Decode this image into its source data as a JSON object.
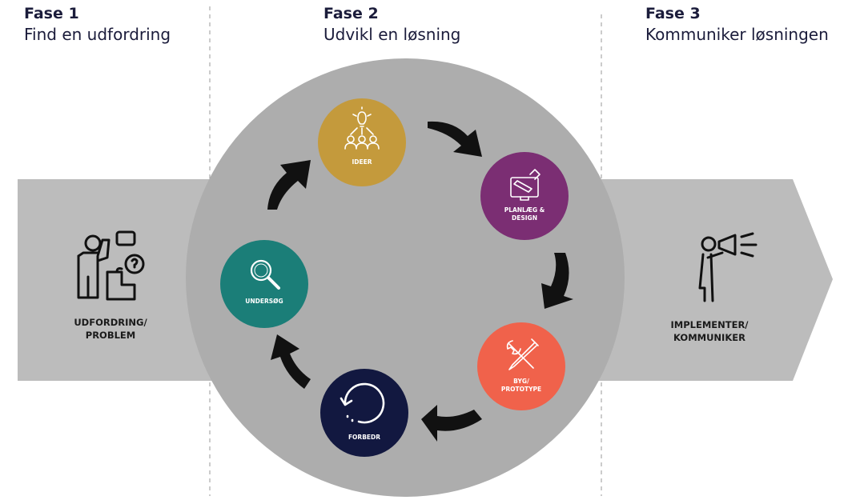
{
  "phases": [
    {
      "label": "Fase 1",
      "title": "Find en udfordring"
    },
    {
      "label": "Fase 2",
      "title": "Udvikl en løsning"
    },
    {
      "label": "Fase 3",
      "title": "Kommuniker løsningen"
    }
  ],
  "left_label": "UDFORDRING/\nPROBLEM",
  "right_label": "IMPLEMENTER/\nKOMMUNIKER",
  "stages": [
    {
      "label": "IDEER",
      "color": "#c49a3c",
      "icon": "idea-team-icon"
    },
    {
      "label": "PLANLÆG &\nDESIGN",
      "color": "#7b2e73",
      "icon": "design-tablet-icon"
    },
    {
      "label": "BYG/\nPROTOTYPE",
      "color": "#f0624b",
      "icon": "tools-icon"
    },
    {
      "label": "FORBEDR",
      "color": "#121840",
      "icon": "cycle-arrow-icon"
    },
    {
      "label": "UNDERSØG",
      "color": "#1b7e78",
      "icon": "magnifier-icon"
    }
  ],
  "colors": {
    "band": "#bcbcbc",
    "circle": "#adadad",
    "arrows": "#111111",
    "divider": "#9a9a9a"
  }
}
